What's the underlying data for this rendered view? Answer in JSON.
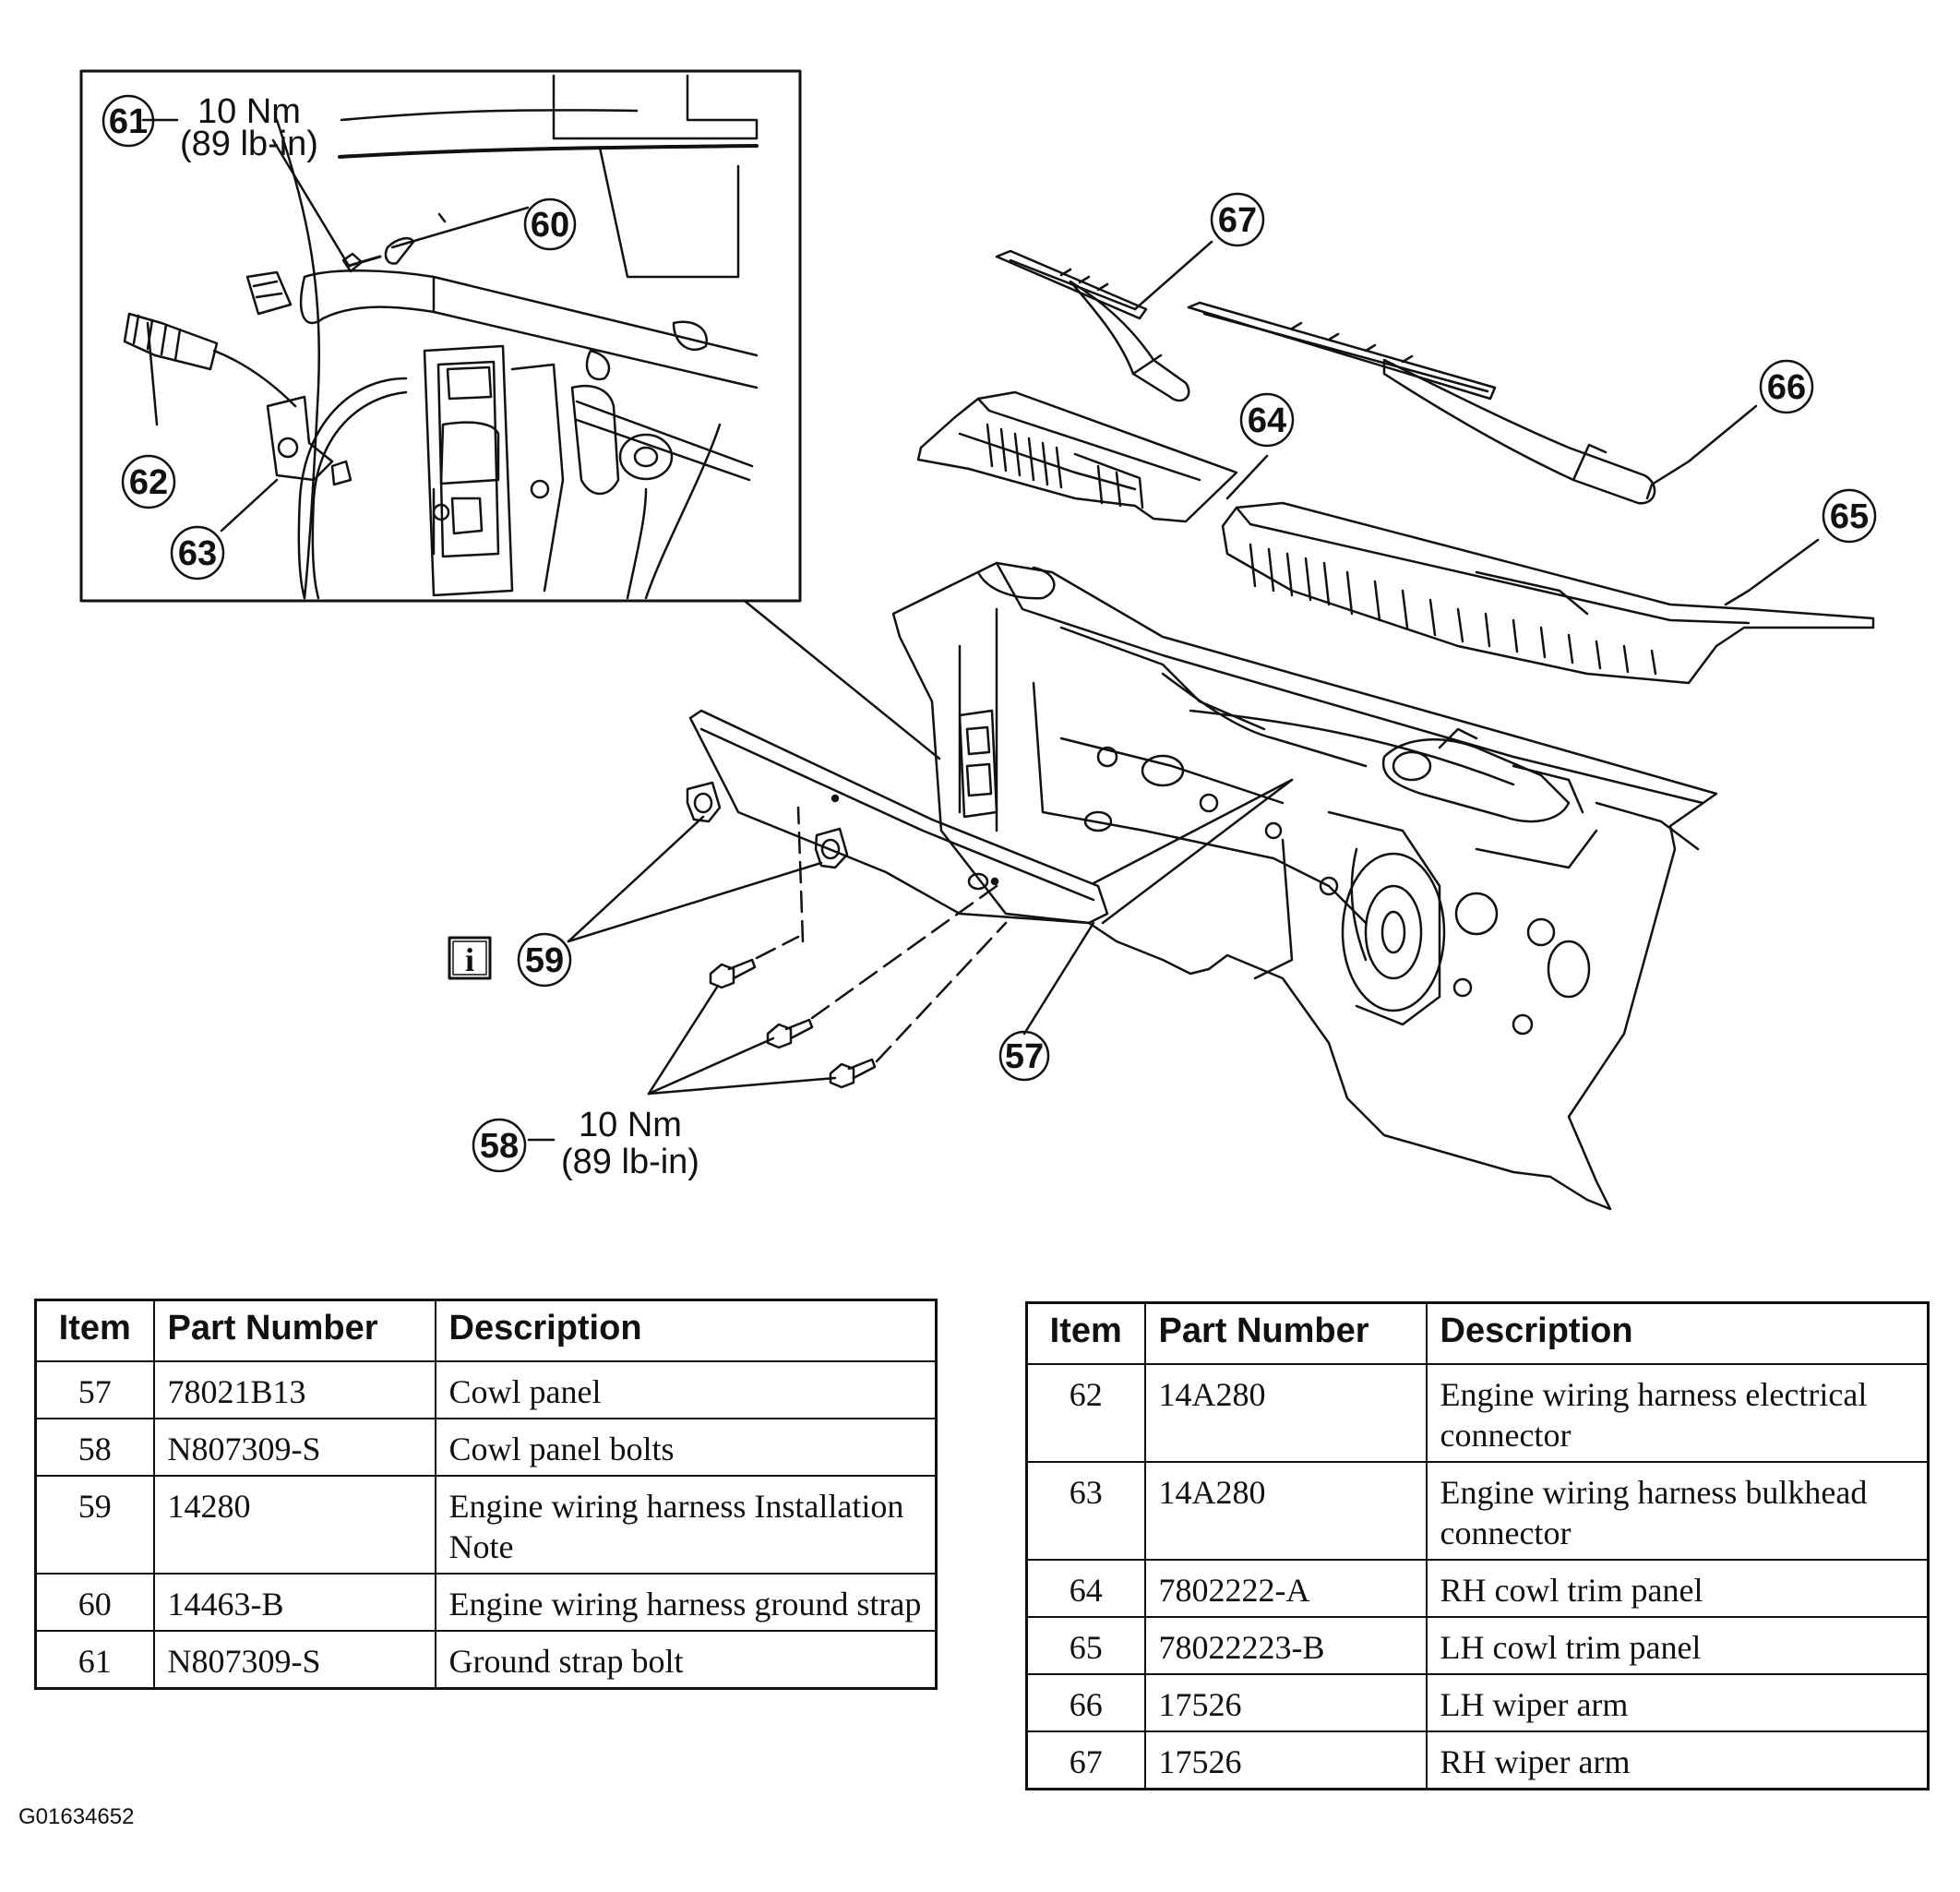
{
  "callouts": {
    "c57": "57",
    "c58": "58",
    "c59": "59",
    "c60": "60",
    "c61": "61",
    "c62": "62",
    "c63": "63",
    "c64": "64",
    "c65": "65",
    "c66": "66",
    "c67": "67"
  },
  "torque": {
    "inset_value": "10 Nm",
    "inset_imperial": "(89 lb-in)",
    "bolts_value": "10 Nm",
    "bolts_imperial": "(89 lb-in)"
  },
  "info_icon_glyph": "i",
  "table_headers": {
    "item": "Item",
    "part_number": "Part Number",
    "description": "Description"
  },
  "parts_left": [
    {
      "item": "57",
      "part_number": "78021B13",
      "description": "Cowl panel"
    },
    {
      "item": "58",
      "part_number": "N807309-S",
      "description": "Cowl panel bolts"
    },
    {
      "item": "59",
      "part_number": "14280",
      "description": "Engine wiring harness Installation Note"
    },
    {
      "item": "60",
      "part_number": "14463-B",
      "description": "Engine wiring harness ground strap"
    },
    {
      "item": "61",
      "part_number": "N807309-S",
      "description": "Ground strap bolt"
    }
  ],
  "parts_right": [
    {
      "item": "62",
      "part_number": "14A280",
      "description": "Engine wiring harness electrical connector"
    },
    {
      "item": "63",
      "part_number": "14A280",
      "description": "Engine wiring harness bulkhead connector"
    },
    {
      "item": "64",
      "part_number": "7802222-A",
      "description": "RH cowl trim panel"
    },
    {
      "item": "65",
      "part_number": "78022223-B",
      "description": "LH cowl trim panel"
    },
    {
      "item": "66",
      "part_number": "17526",
      "description": "LH wiper arm"
    },
    {
      "item": "67",
      "part_number": "17526",
      "description": "RH wiper arm"
    }
  ],
  "figure_code": "G01634652"
}
